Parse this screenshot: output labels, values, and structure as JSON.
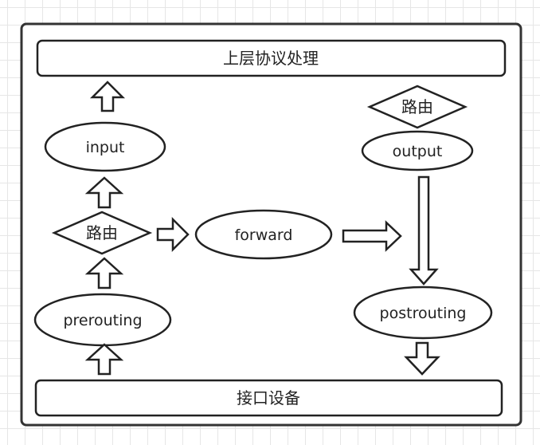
{
  "diagram": {
    "upper_layer_label": "上层协议处理",
    "interface_label": "接口设备",
    "nodes": {
      "prerouting": "prerouting",
      "routing_left": "路由",
      "input": "input",
      "forward": "forward",
      "routing_right": "路由",
      "output": "output",
      "postrouting": "postrouting"
    }
  }
}
